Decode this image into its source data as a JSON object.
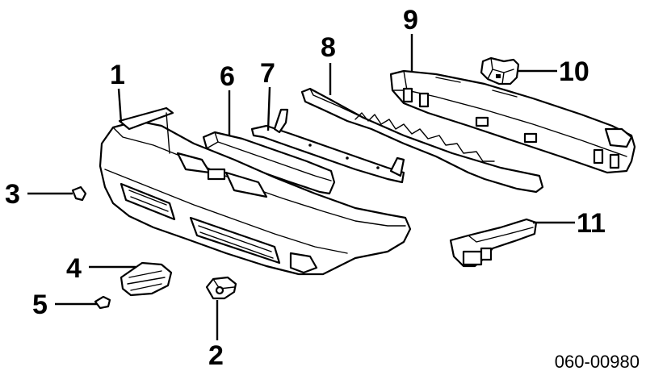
{
  "diagram": {
    "drawing_number": "060-00980",
    "callouts": [
      {
        "id": "1",
        "label": "1"
      },
      {
        "id": "2",
        "label": "2"
      },
      {
        "id": "3",
        "label": "3"
      },
      {
        "id": "4",
        "label": "4"
      },
      {
        "id": "5",
        "label": "5"
      },
      {
        "id": "6",
        "label": "6"
      },
      {
        "id": "7",
        "label": "7"
      },
      {
        "id": "8",
        "label": "8"
      },
      {
        "id": "9",
        "label": "9"
      },
      {
        "id": "10",
        "label": "10"
      },
      {
        "id": "11",
        "label": "11"
      }
    ],
    "colors": {
      "ink": "#000000",
      "paper": "#ffffff"
    }
  }
}
